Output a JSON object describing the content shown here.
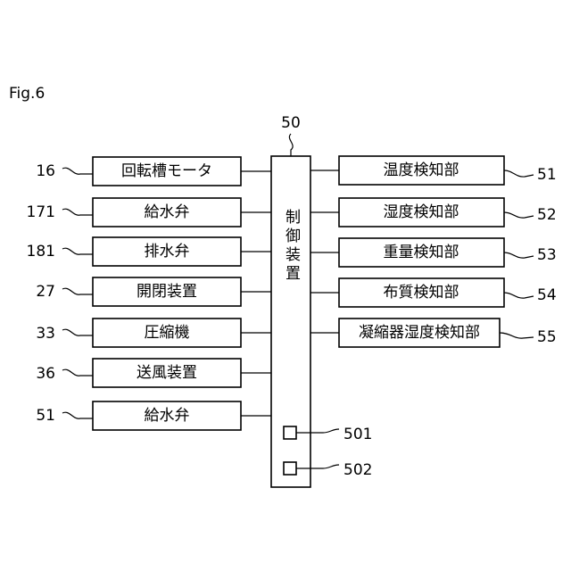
{
  "figure_label": "Fig.6",
  "controller": {
    "ref": "50",
    "label": "制御装置",
    "ports": [
      {
        "ref": "501"
      },
      {
        "ref": "502"
      }
    ]
  },
  "left_blocks": [
    {
      "ref": "16",
      "label": "回転槽モータ"
    },
    {
      "ref": "171",
      "label": "給水弁"
    },
    {
      "ref": "181",
      "label": "排水弁"
    },
    {
      "ref": "27",
      "label": "開閉装置"
    },
    {
      "ref": "33",
      "label": "圧縮機"
    },
    {
      "ref": "36",
      "label": "送風装置"
    },
    {
      "ref": "51",
      "label": "給水弁"
    }
  ],
  "right_blocks": [
    {
      "ref": "51",
      "label": "温度検知部"
    },
    {
      "ref": "52",
      "label": "湿度検知部"
    },
    {
      "ref": "53",
      "label": "重量検知部"
    },
    {
      "ref": "54",
      "label": "布質検知部"
    },
    {
      "ref": "55",
      "label": "凝縮器湿度検知部"
    }
  ]
}
